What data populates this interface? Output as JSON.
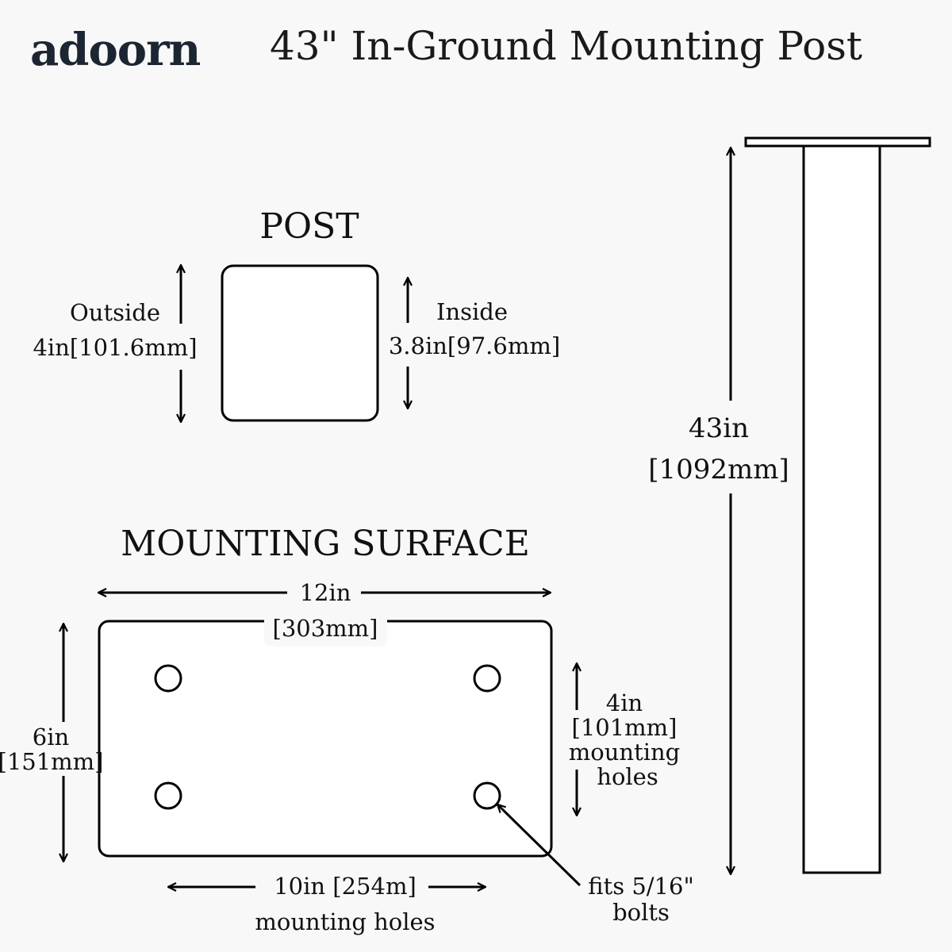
{
  "header": {
    "brand": "adoorn",
    "title": "43\" In-Ground Mounting Post"
  },
  "post_section": {
    "heading": "POST",
    "outside_label": "Outside",
    "outside_value": "4in[101.6mm]",
    "inside_label": "Inside",
    "inside_value": "3.8in[97.6mm]"
  },
  "height_dimension": {
    "value_in": "43in",
    "value_mm": "[1092mm]"
  },
  "mounting_section": {
    "heading": "MOUNTING SURFACE",
    "width_in": "12in",
    "width_mm": "[303mm]",
    "height_in": "6in",
    "height_mm": "[151mm]",
    "hole_spacing_v_in": "4in",
    "hole_spacing_v_mm": "[101mm]",
    "hole_spacing_v_line1": "mounting",
    "hole_spacing_v_line2": "holes",
    "hole_spacing_h": "10in [254m]",
    "hole_spacing_h_caption": "mounting holes",
    "bolt_note_line1": "fits 5/16\"",
    "bolt_note_line2": "bolts"
  }
}
